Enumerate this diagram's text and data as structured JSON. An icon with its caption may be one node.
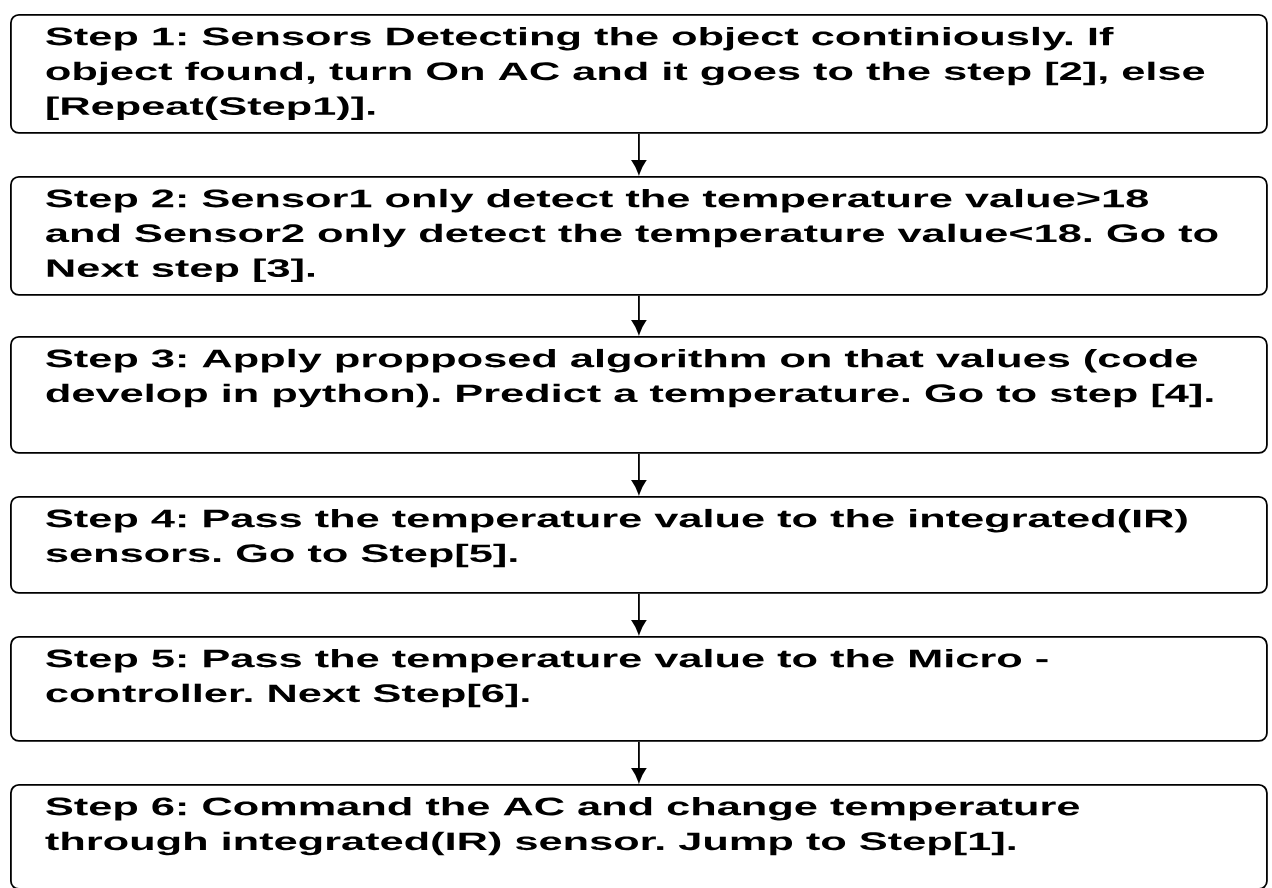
{
  "diagram": {
    "nodes": [
      {
        "text": [
          "Step 1: Sensors Detecting the object continiously. If object found, turn On AC and it goes to the step [2], else [Repeat(Step1)]."
        ]
      },
      {
        "text": [
          "Step 2: Sensor1 only detect the temperature value>18 and Sensor2 only detect the temperature value<18. Go to Next step [3]."
        ]
      },
      {
        "text": [
          "Step 3: Apply propposed algorithm on that values (code develop in python). Predict a temperature. Go to step [4]."
        ]
      },
      {
        "text": [
          "Step 4: Pass the temperature value to the integrated(IR) sensors. Go to Step[5]."
        ]
      },
      {
        "text": [
          "Step 5: Pass the temperature value to the Micro - controller. Next Step[6]."
        ]
      },
      {
        "text": [
          "Step 6: Command the AC and change temperature through integrated(IR) sensor. Jump to Step[1]."
        ]
      }
    ],
    "edges": [
      {
        "from": 0,
        "to": 1,
        "arrow": "to"
      },
      {
        "from": 1,
        "to": 2,
        "arrow": "to"
      },
      {
        "from": 2,
        "to": 3,
        "arrow": "to"
      },
      {
        "from": 3,
        "to": 4,
        "arrow": "to"
      },
      {
        "from": 4,
        "to": 5,
        "arrow": "to"
      }
    ]
  }
}
